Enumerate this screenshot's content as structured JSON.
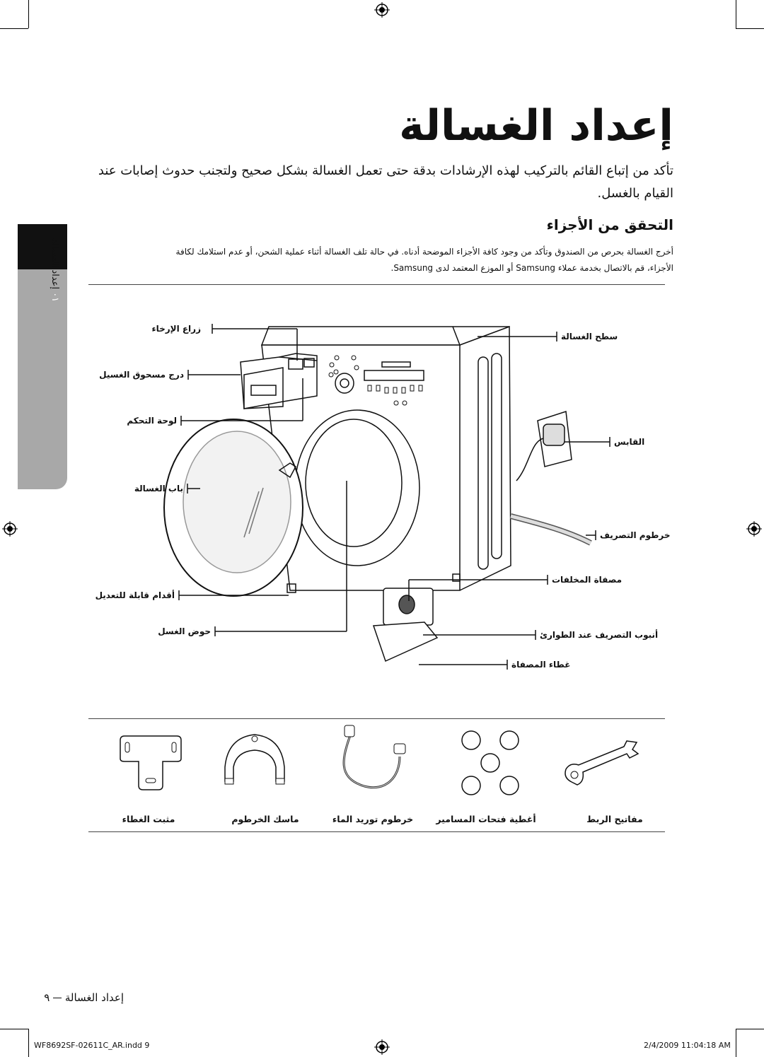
{
  "page": {
    "title": "إعداد الغسالة",
    "intro": "تأكد من إتباع القائم بالتركيب لهذه الإرشادات بدقة حتى تعمل الغسالة بشكل صحيح ولتجنب حدوث إصابات عند القيام بالغسل.",
    "section_heading": "التحقق من الأجزاء",
    "section_note_line1": "أخرج الغسالة بحرص من الصندوق وتأكد من وجود كافة الأجزاء الموضحة أدناه. في حالة تلف الغسالة أثناء عملية الشحن، أو عدم استلامك لكافة",
    "section_note_line2": "الأجزاء، قم بالاتصال بخدمة عملاء Samsung أو الموزع المعتمد لدى Samsung.",
    "side_tab": {
      "number": "٠١",
      "label": "إعداد الغسالة"
    }
  },
  "diagram": {
    "labels_left": [
      "زراع الإرخاء",
      "درج مسحوق الغسيل",
      "لوحة التحكم",
      "باب الغسالة",
      "أقدام قابلة للتعديل",
      "حوض الغسل"
    ],
    "labels_right": [
      "سطح الغسالة",
      "القابس",
      "خرطوم التصريف",
      "مصفاة المخلفات",
      "أنبوب التصريف عند الطوارئ",
      "غطاء المصفاة"
    ]
  },
  "accessories": [
    {
      "icon": "wrench-icon",
      "label": "مفاتيح الربط"
    },
    {
      "icon": "caps-icon",
      "label": "أغطية فتحات المسامير"
    },
    {
      "icon": "hose-icon",
      "label": "خرطوم توريد الماء"
    },
    {
      "icon": "hose-guide-icon",
      "label": "ماسك الخرطوم"
    },
    {
      "icon": "stand-icon",
      "label": "مثبت الغطاء"
    }
  ],
  "footer": {
    "section_ref": "إعداد الغسالة",
    "page_number": "٩",
    "file_name": "WF8692SF-02611C_AR.indd   9",
    "timestamp": "2/4/2009   11:04:18 AM"
  }
}
